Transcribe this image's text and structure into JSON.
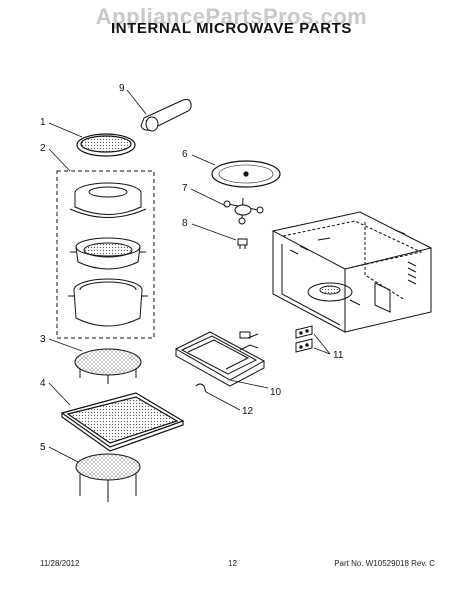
{
  "watermark": "AppliancePartsPros.com",
  "title": "INTERNAL MICROWAVE PARTS",
  "callouts": {
    "c1": "1",
    "c2": "2",
    "c3": "3",
    "c4": "4",
    "c5": "5",
    "c6": "6",
    "c7": "7",
    "c8": "8",
    "c9": "9",
    "c10": "10",
    "c11": "11",
    "c12": "12"
  },
  "footer": {
    "date": "11/28/2012",
    "page": "12",
    "part": "Part No. W10529018  Rev. C"
  }
}
